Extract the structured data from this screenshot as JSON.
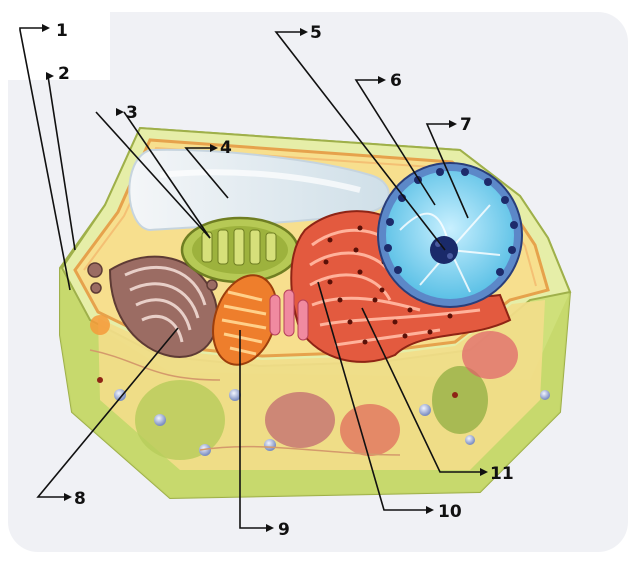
{
  "diagram": {
    "subject": "plant cell",
    "labels": [
      {
        "id": "label-1",
        "text": "1"
      },
      {
        "id": "label-2",
        "text": "2"
      },
      {
        "id": "label-3",
        "text": "3"
      },
      {
        "id": "label-4",
        "text": "4"
      },
      {
        "id": "label-5",
        "text": "5"
      },
      {
        "id": "label-6",
        "text": "6"
      },
      {
        "id": "label-7",
        "text": "7"
      },
      {
        "id": "label-8",
        "text": "8"
      },
      {
        "id": "label-9",
        "text": "9"
      },
      {
        "id": "label-10",
        "text": "10"
      },
      {
        "id": "label-11",
        "text": "11"
      }
    ],
    "colors": {
      "cell_wall": "#d9e68a",
      "cytoplasm": "#f3e28f",
      "vacuole": "#e8eef2",
      "nucleus": "#8fd6ef",
      "nucleolus": "#1a2a6a",
      "golgi": "#9a6860",
      "chloroplast": "#b9cc58",
      "mitochondrion": "#e8762a",
      "er": "#e0503a",
      "leader_line": "#111111"
    }
  }
}
